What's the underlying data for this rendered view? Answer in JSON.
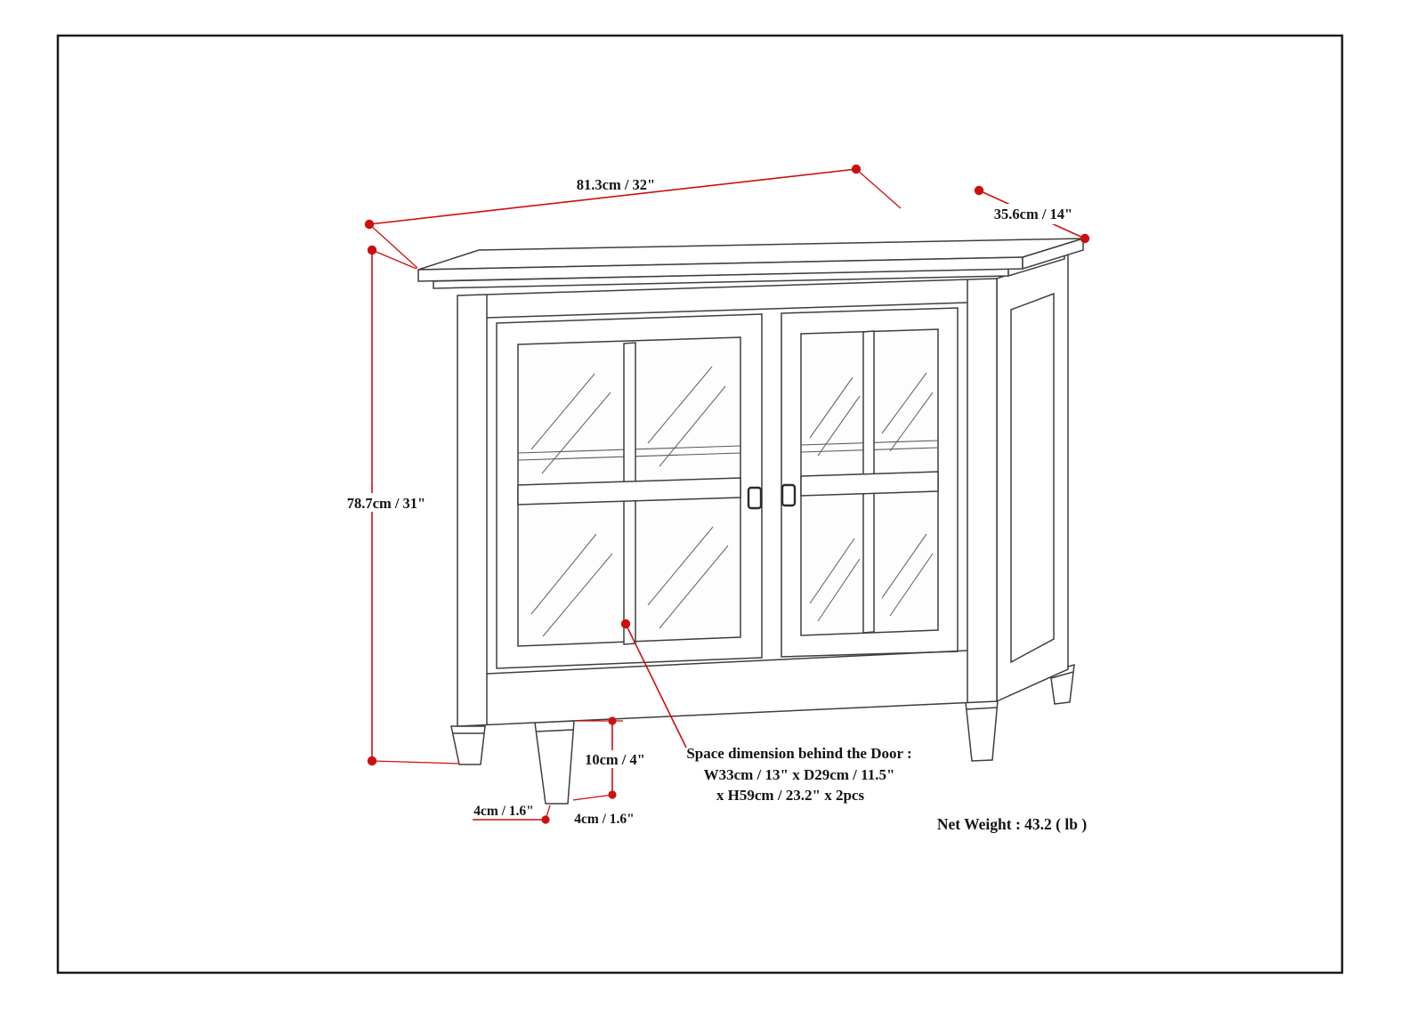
{
  "page": {
    "background": "#ffffff",
    "border_color": "#1a1a1a"
  },
  "colors": {
    "dimension_red": "#cc0f0f",
    "drawing_line": "#3e3e3e"
  },
  "dimensions": {
    "width": "81.3cm / 32\"",
    "depth": "35.6cm / 14\"",
    "height": "78.7cm / 31\"",
    "leg_height": "10cm / 4\"",
    "foot_width": "4cm / 1.6\"",
    "foot_depth": "4cm / 1.6\""
  },
  "notes": {
    "door_space_line1": "Space dimension behind the Door :",
    "door_space_line2": "W33cm / 13\" x D29cm / 11.5\"",
    "door_space_line3": "x H59cm / 23.2\" x 2pcs",
    "net_weight": "Net Weight : 43.2 ( lb )"
  }
}
